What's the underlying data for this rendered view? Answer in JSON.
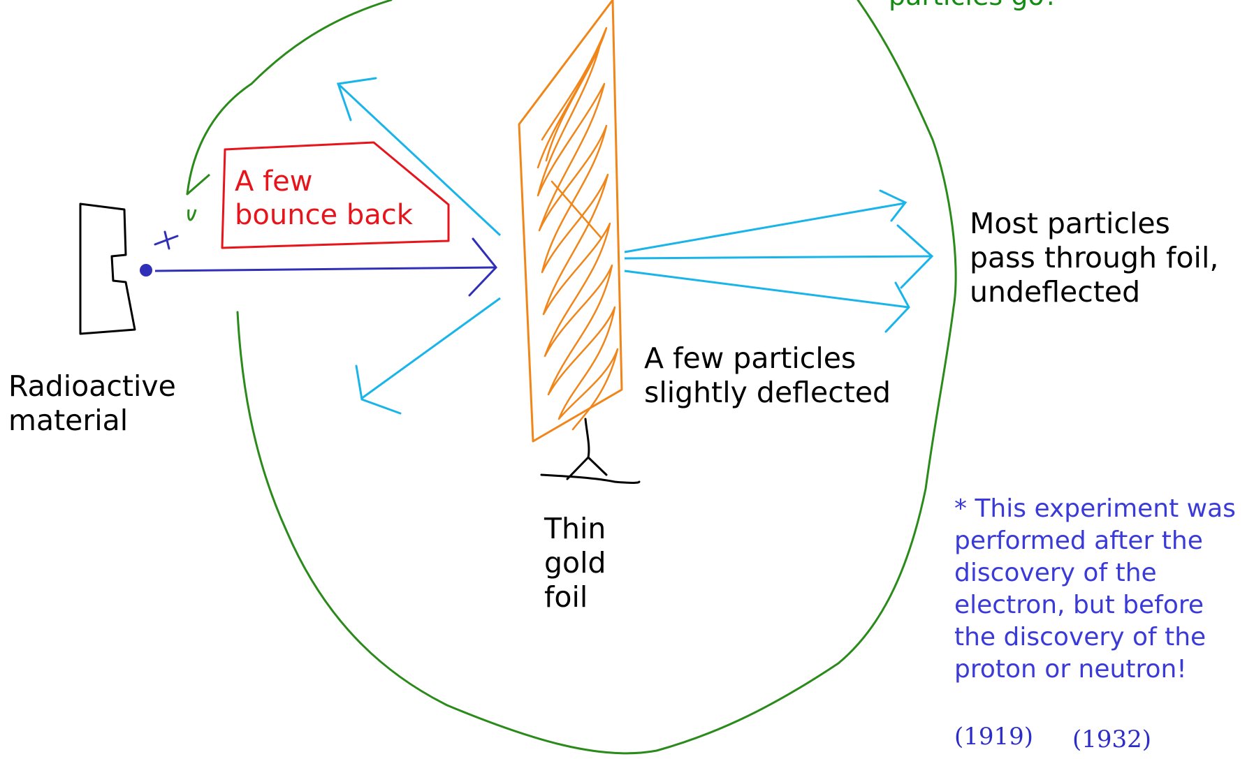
{
  "labels": {
    "top_partial": "particles go?",
    "few_bounce": "A few\nbounce back",
    "most_pass": "Most particles\npass through foil,\nundeflected",
    "few_deflect": "A few particles\nslightly deflected",
    "source": "Radioactive\nmaterial",
    "foil": "Thin\ngold\nfoil",
    "note": "* This experiment was\nperformed after the\ndiscovery of the\nelectron, but before\nthe discovery of the\nproton or neutron!",
    "year_proton": "(1919)",
    "year_neutron": "(1932)",
    "charge_sign": "+"
  },
  "colors": {
    "outline_green": "#2a8a1a",
    "foil_orange": "#f0861a",
    "ray_cyan": "#18b4ea",
    "beam_blue": "#2f2fb8",
    "box_red": "#e8141c",
    "ink_black": "#000000"
  }
}
